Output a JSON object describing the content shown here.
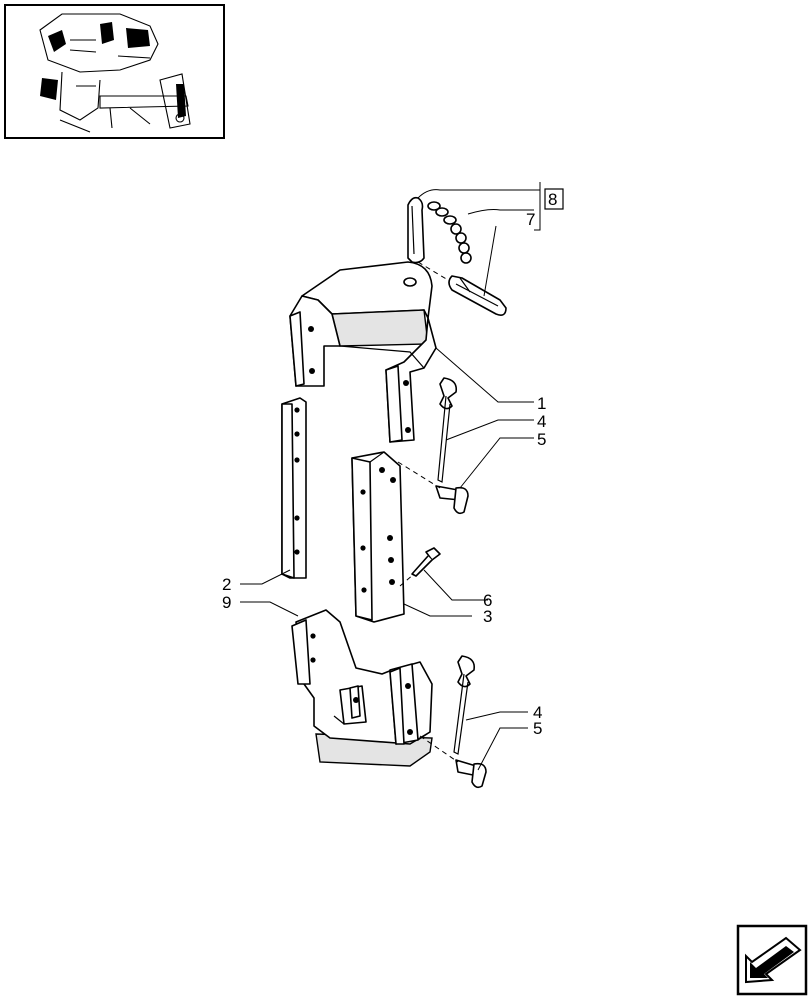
{
  "callouts": {
    "c1": "1",
    "c4a": "4",
    "c5a": "5",
    "c2": "2",
    "c9": "9",
    "c6": "6",
    "c3": "3",
    "c4b": "4",
    "c5b": "5",
    "c7": "7",
    "c8": "8"
  },
  "icons": {
    "thumbnail": "tractor-rear-thumbnail",
    "nav": "next-page-arrow-icon"
  }
}
